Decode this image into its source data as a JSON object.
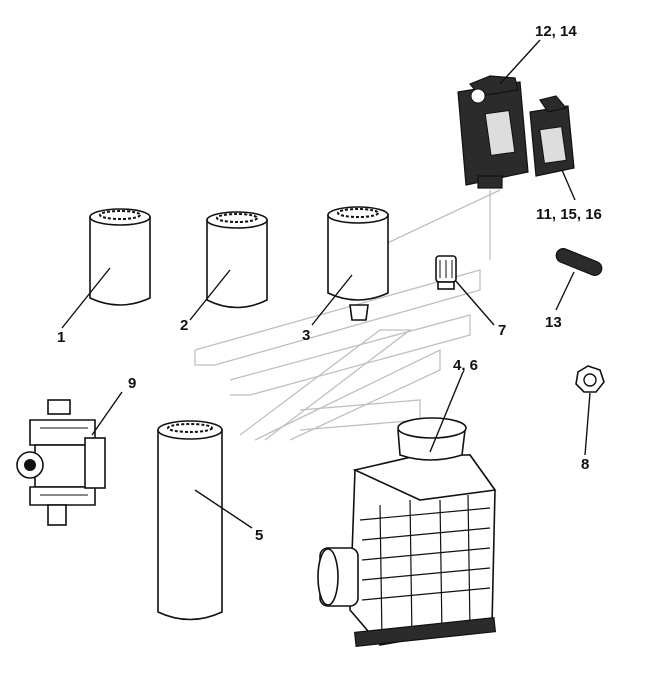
{
  "diagram": {
    "callouts": {
      "c1": "1",
      "c2": "2",
      "c3": "3",
      "c4_6": "4, 6",
      "c5": "5",
      "c7": "7",
      "c8": "8",
      "c9": "9",
      "c11_15_16": "11, 15, 16",
      "c12_14": "12, 14",
      "c13": "13"
    }
  }
}
